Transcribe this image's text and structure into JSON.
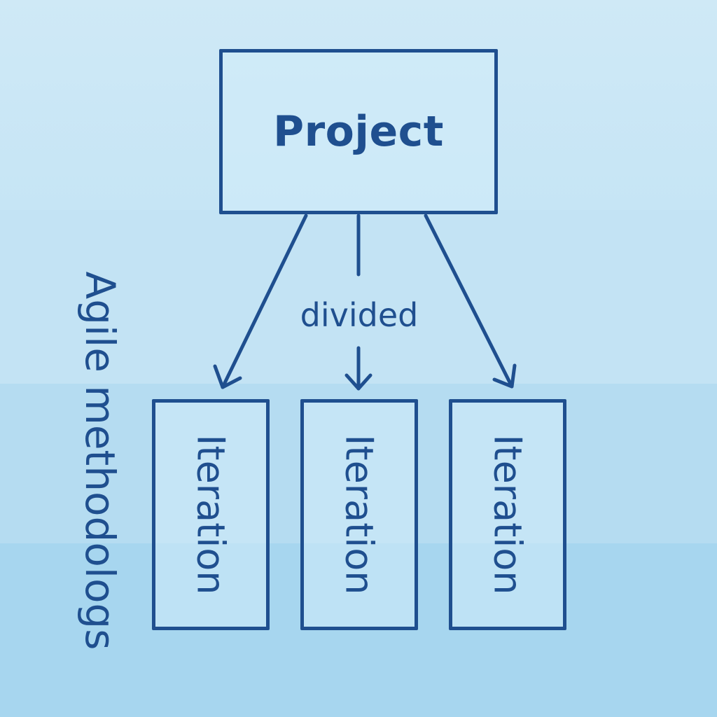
{
  "diagram": {
    "root": {
      "label": "Project"
    },
    "children": [
      {
        "label": "Iteration"
      },
      {
        "label": "Iteration"
      },
      {
        "label": "Iteration"
      }
    ],
    "edge_label": "divided",
    "side_title": "Agile methodologs"
  },
  "colors": {
    "stroke": "#1f4f8f",
    "background": "#c3e3f4"
  }
}
